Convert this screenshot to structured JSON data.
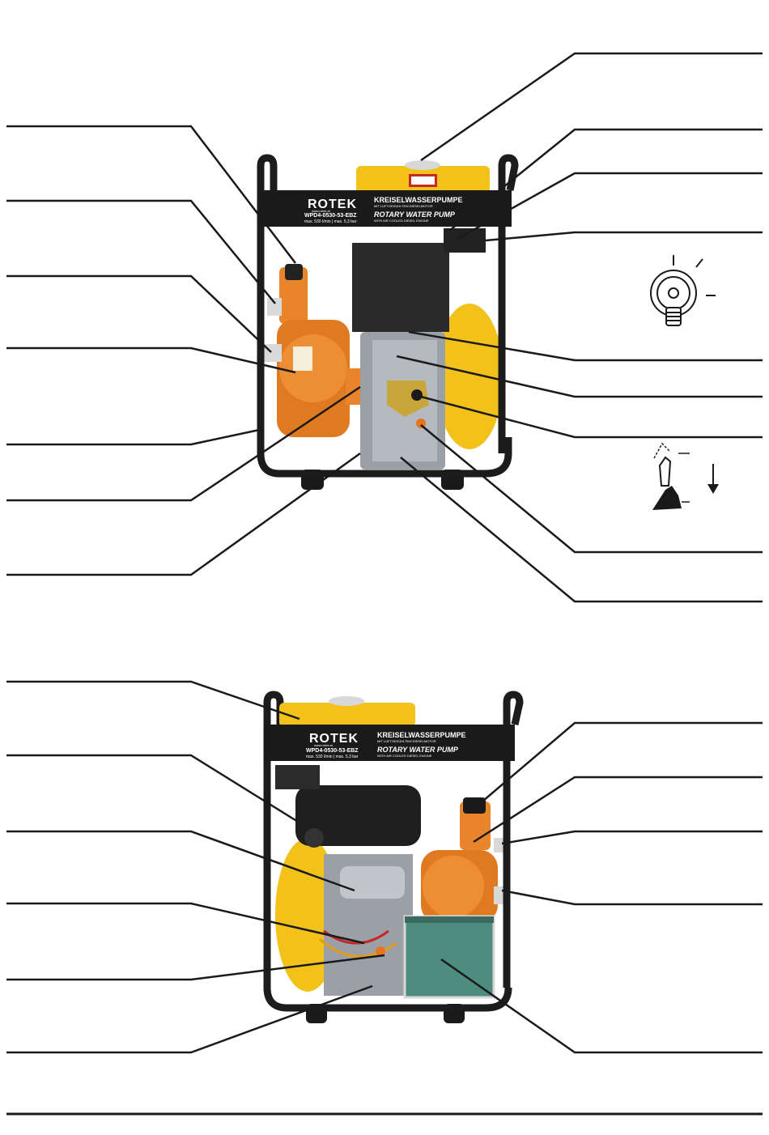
{
  "colors": {
    "frame": "#1c1c1c",
    "tank_yellow": "#f2c21b",
    "pump_orange": "#e8852a",
    "engine_grey": "#9aa0a6",
    "battery_green": "#4f8c80",
    "leader_line": "#1a1a1a",
    "label_text": "#ffffff"
  },
  "front_view": {
    "brand": "ROTEK",
    "website": "www.rotek.at",
    "model": "WPD4-0530-53-EBZ",
    "spec": "max. 530 l/min | max. 5,3 bar",
    "title_de": "KREISELWASSERPUMPE",
    "subtitle_de": "MIT LUFTGEKÜHLTEM DIESELMOTOR",
    "title_en": "ROTARY WATER PUMP",
    "subtitle_en": "WITH AIR COOLED DIESEL ENGINE"
  },
  "rear_view": {
    "brand": "ROTEK",
    "website": "www.rotek.at",
    "model": "WPD4-0530-53-EBZ",
    "spec": "max. 530 l/min | max. 5,3 bar",
    "title_de": "KREISELWASSERPUMPE",
    "subtitle_de": "MIT LUFTGEKÜHLTEM DIESELMOTOR",
    "title_en": "ROTARY WATER PUMP",
    "subtitle_en": "WITH AIR COOLED DIESEL ENGINE"
  },
  "icons": {
    "key_switch": "ignition-key-switch-icon",
    "lever": "throttle-lever-down-icon"
  }
}
